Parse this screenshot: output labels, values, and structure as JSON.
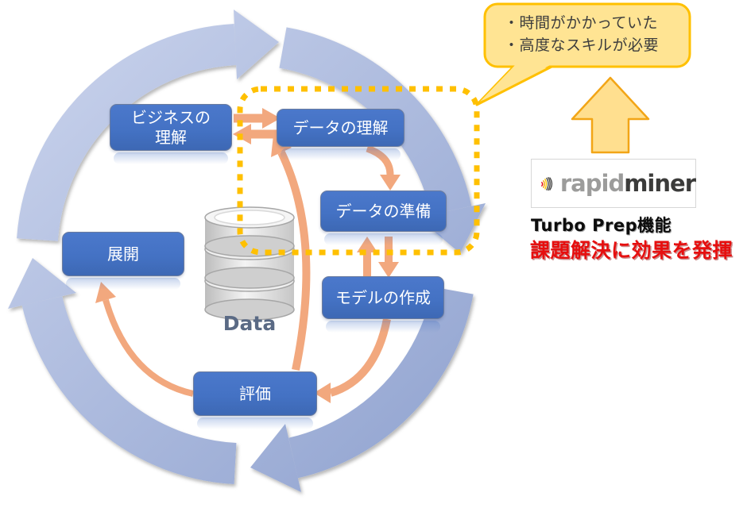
{
  "diagram": {
    "boxes": {
      "business": {
        "line1": "ビジネスの",
        "line2": "理解"
      },
      "data_understanding": {
        "label": "データの理解"
      },
      "data_preparation": {
        "label": "データの準備"
      },
      "modeling": {
        "label": "モデルの作成"
      },
      "evaluation": {
        "label": "評価"
      },
      "deployment": {
        "label": "展開"
      }
    },
    "data_store": {
      "label": "Data"
    }
  },
  "callout": {
    "line1": "・時間がかかっていた",
    "line2": "・高度なスキルが必要"
  },
  "logo": {
    "part1": "rapid",
    "part2": "miner"
  },
  "captions": {
    "feature": "Turbo Prep機能",
    "benefit": "課題解決に効果を発揮"
  },
  "colors": {
    "box_blue": "#4472C4",
    "cycle_blue_light": "#c9d3ec",
    "cycle_blue_dark": "#8da0ce",
    "arrow_orange": "#F2A87E",
    "highlight_yellow": "#FFC000",
    "callout_fill": "#FFE493",
    "benefit_red": "#e60f0f"
  }
}
